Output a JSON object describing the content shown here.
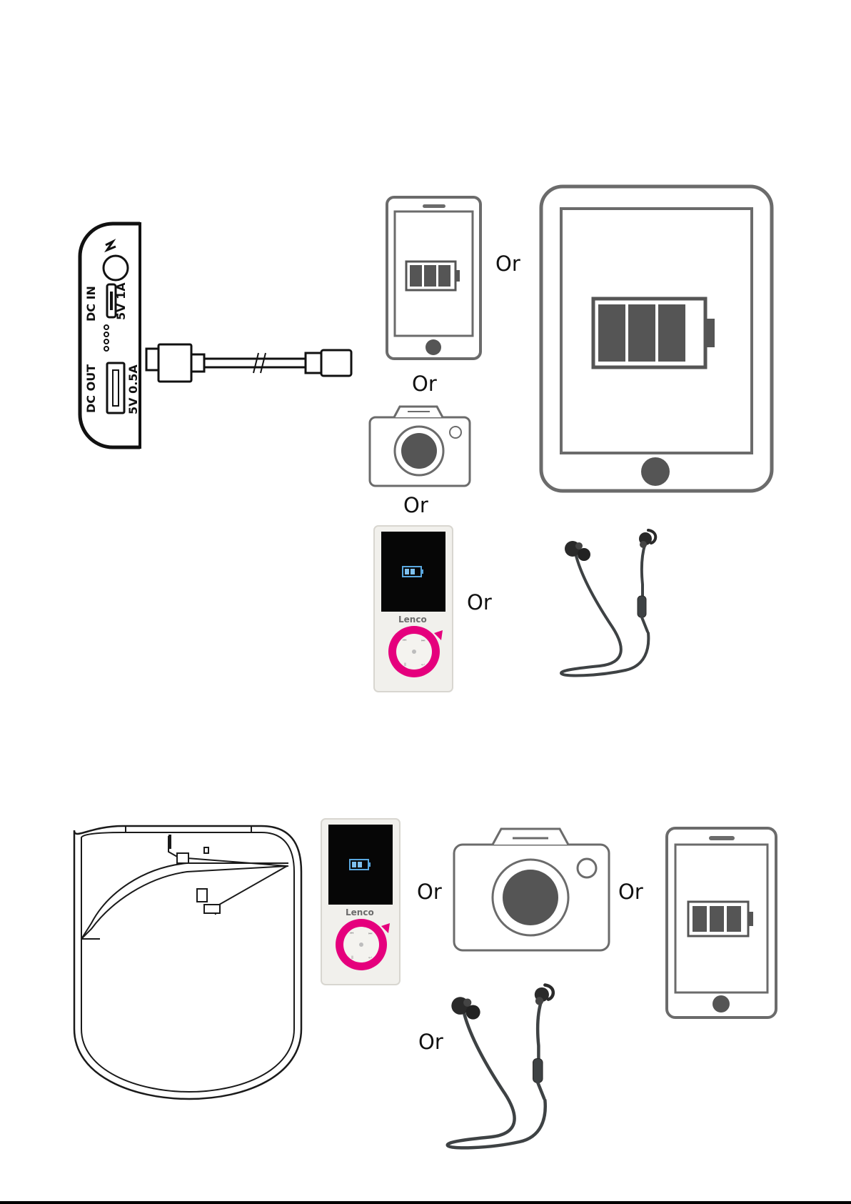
{
  "power_bank": {
    "dc_in_label": "DC  IN",
    "dc_in_rating": "5V 1A",
    "dc_out_label": "DC  OUT",
    "dc_out_rating": "5V  0.5A"
  },
  "mp3_player": {
    "brand": "Lenco",
    "accent_color": "#e5007d"
  },
  "connectors": {
    "or_label": "Or"
  },
  "colors": {
    "device_stroke": "#6b6b6b",
    "battery_fill": "#555555",
    "outline": "#1a1a1a"
  },
  "icons": [
    "power-bank-icon",
    "usb-cable-icon",
    "smartphone-icon",
    "tablet-icon",
    "camera-icon",
    "mp3-player-icon",
    "earphones-icon",
    "battery-icon",
    "lightning-icon",
    "bag-icon"
  ]
}
